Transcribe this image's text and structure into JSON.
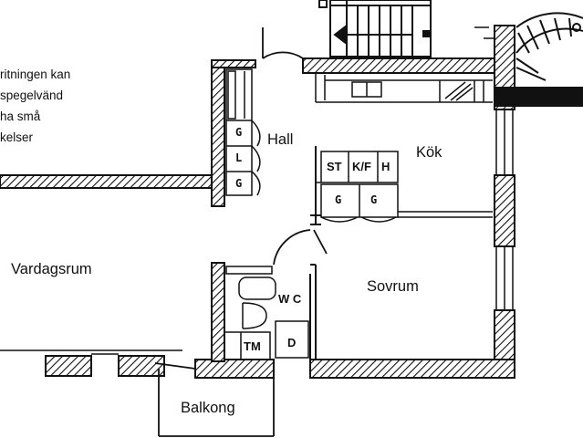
{
  "note": {
    "lines": [
      "ritningen kan",
      "spegelvänd",
      "ha små",
      "kelser"
    ]
  },
  "rooms": {
    "hall": "Hall",
    "kok": "Kök",
    "vardagsrum": "Vardagsrum",
    "sovrum": "Sovrum",
    "balkong": "Balkong"
  },
  "fixtures": {
    "st": "ST",
    "kf": "K/F",
    "h": "H",
    "wc": "W C",
    "tm": "TM",
    "d": "D",
    "g": "G",
    "l": "L"
  }
}
